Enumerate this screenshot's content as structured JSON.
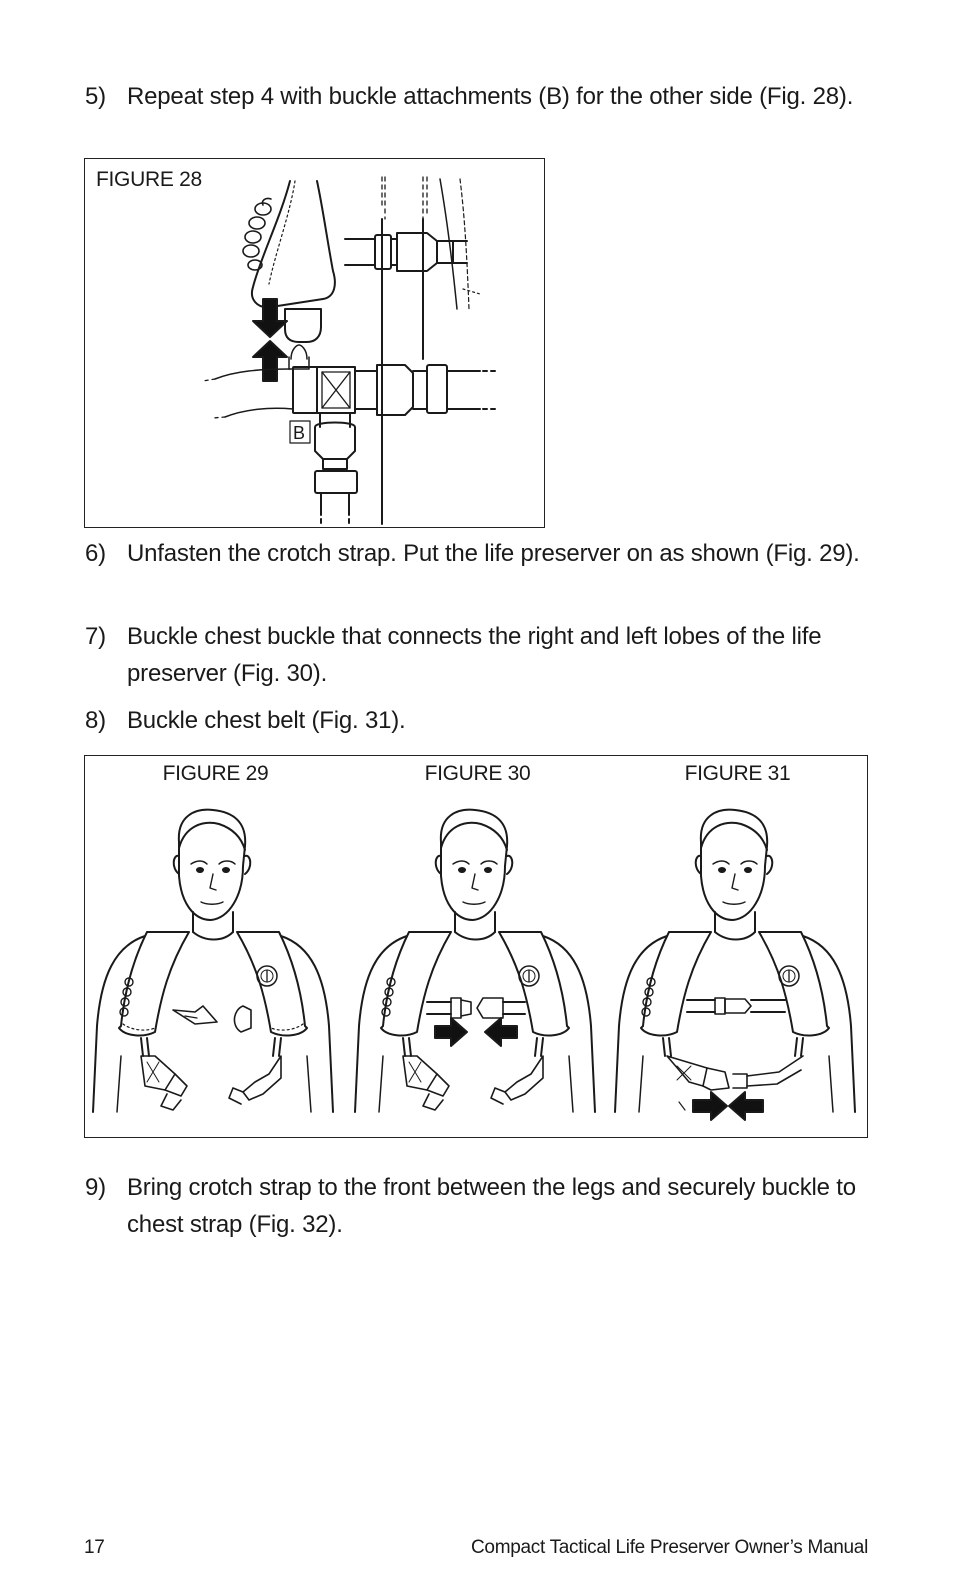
{
  "steps": [
    {
      "num": "5)",
      "text": "Repeat step 4 with buckle attachments (B)  for the other side (Fig. 28)."
    },
    {
      "num": "6)",
      "text": "Unfasten the crotch strap. Put the life preserver on as shown (Fig. 29)."
    },
    {
      "num": "7)",
      "text": "Buckle chest buckle that connects the right and left lobes of the life preserver (Fig. 30)."
    },
    {
      "num": "8)",
      "text": "Buckle chest belt (Fig. 31)."
    },
    {
      "num": "9)",
      "text": "Bring crotch strap to the front between the legs and securely buckle to chest strap (Fig. 32)."
    }
  ],
  "figures": {
    "fig28": {
      "label": "FIGURE 28",
      "callout": "B"
    },
    "fig29": {
      "label": "FIGURE 29"
    },
    "fig30": {
      "label": "FIGURE 30"
    },
    "fig31": {
      "label": "FIGURE 31"
    }
  },
  "footer": {
    "page_number": "17",
    "manual_title": "Compact Tactical Life Preserver Owner’s Manual"
  },
  "icons": {
    "arrow": "black-block-arrow-icon",
    "buckle": "side-release-buckle-icon",
    "logo": "mustang-survival-logo-icon"
  },
  "colors": {
    "ink": "#1a1a1a",
    "paper": "#ffffff"
  }
}
